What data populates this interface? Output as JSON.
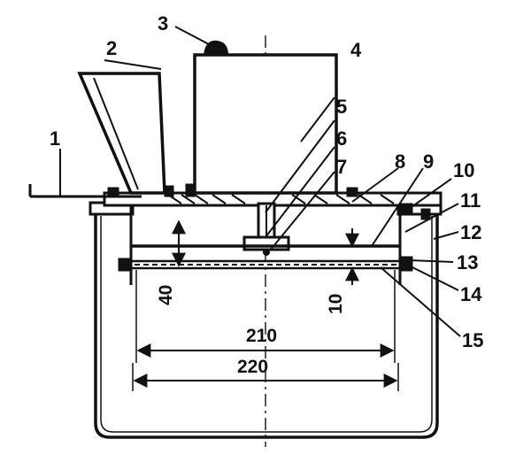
{
  "labels": {
    "n1": "1",
    "n2": "2",
    "n3": "3",
    "n4": "4",
    "n5": "5",
    "n6": "6",
    "n7": "7",
    "n8": "8",
    "n9": "9",
    "n10": "10",
    "n11": "11",
    "n12": "12",
    "n13": "13",
    "n14": "14",
    "n15": "15"
  },
  "dimensions": {
    "d40": "40",
    "d10": "10",
    "d210": "210",
    "d220": "220"
  },
  "colors": {
    "ink": "#111111",
    "background": "#ffffff",
    "dashed_axis": "#222222"
  }
}
